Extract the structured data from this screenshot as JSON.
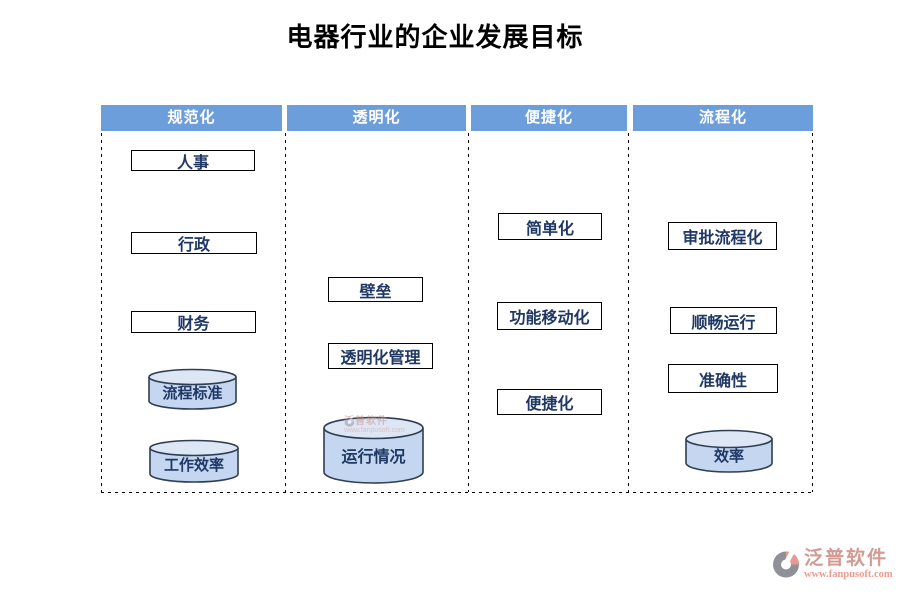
{
  "title": "电器行业的企业发展目标",
  "columns": [
    {
      "header": "规范化",
      "boxes": [
        {
          "label": "人事"
        },
        {
          "label": "行政"
        },
        {
          "label": "财务"
        }
      ],
      "cylinders": [
        {
          "label": "流程标准"
        },
        {
          "label": "工作效率"
        }
      ]
    },
    {
      "header": "透明化",
      "boxes": [
        {
          "label": "壁垒"
        },
        {
          "label": "透明化管理"
        }
      ],
      "cylinders": [
        {
          "label": "运行情况"
        }
      ]
    },
    {
      "header": "便捷化",
      "boxes": [
        {
          "label": "简单化"
        },
        {
          "label": "功能移动化"
        },
        {
          "label": "便捷化"
        }
      ],
      "cylinders": []
    },
    {
      "header": "流程化",
      "boxes": [
        {
          "label": "审批流程化"
        },
        {
          "label": "顺畅运行"
        },
        {
          "label": "准确性"
        }
      ],
      "cylinders": [
        {
          "label": "效率"
        }
      ]
    }
  ],
  "watermark": {
    "logo_icon": "fanpu-logo",
    "name": "泛普软件",
    "url": "www.fanpusoft.com"
  },
  "colors": {
    "header_bg": "#6D9EDC",
    "header_text": "#FFFFFF",
    "label_text": "#1F3864",
    "box_border": "#000000",
    "cylinder_body_fill": "#C5D7F0",
    "cylinder_top_fill": "#DCE6F5",
    "cylinder_stroke": "#2F3E52",
    "watermark_name": "#D29A92",
    "watermark_url": "#EE9B90"
  }
}
